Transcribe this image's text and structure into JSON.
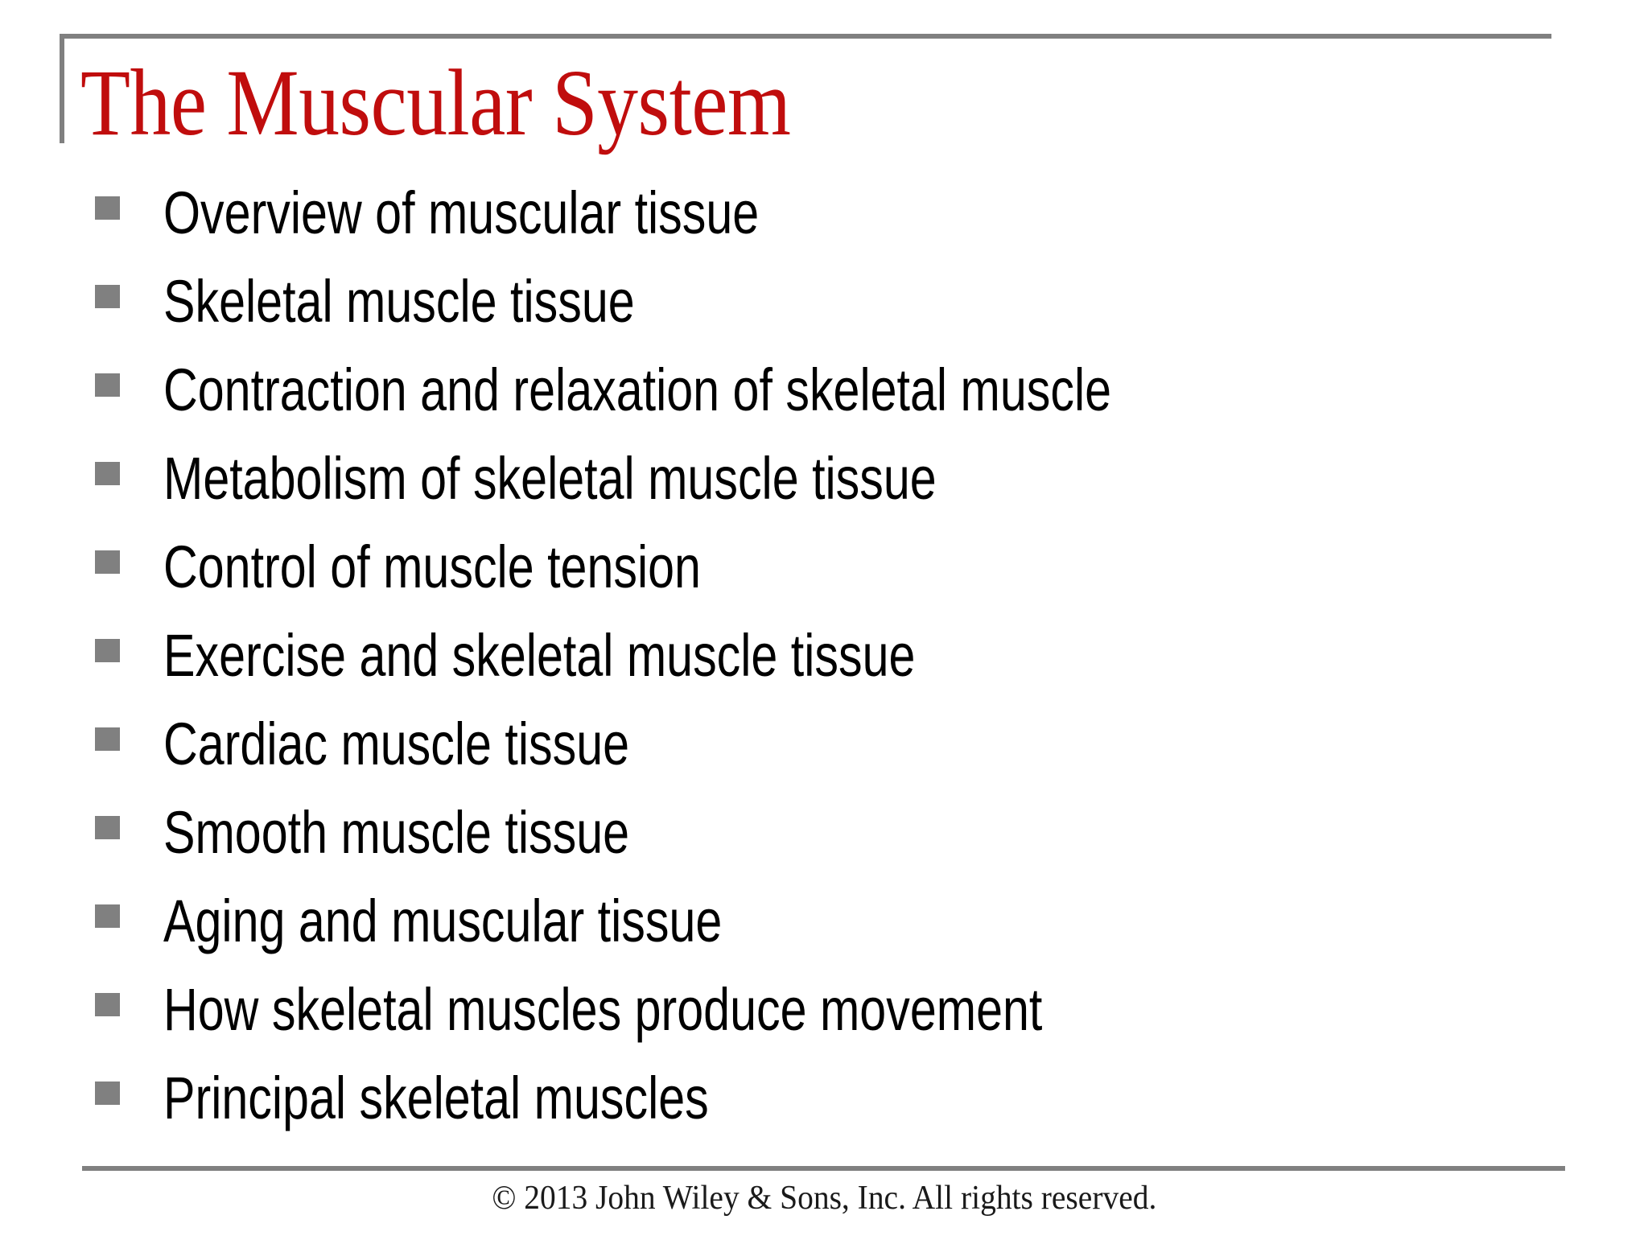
{
  "slide": {
    "title": "The Muscular System",
    "title_color": "#C00D0D",
    "background_color": "#ffffff",
    "rule_color": "#808080",
    "bullet_color": "#808080",
    "body_text_color": "#000000"
  },
  "bullets": [
    {
      "label": "Overview of muscular tissue"
    },
    {
      "label": "Skeletal muscle tissue"
    },
    {
      "label": "Contraction and relaxation of skeletal muscle"
    },
    {
      "label": "Metabolism of skeletal muscle tissue"
    },
    {
      "label": "Control of muscle tension"
    },
    {
      "label": "Exercise and skeletal muscle tissue"
    },
    {
      "label": "Cardiac muscle tissue"
    },
    {
      "label": "Smooth muscle tissue"
    },
    {
      "label": "Aging and muscular tissue"
    },
    {
      "label": "How skeletal muscles produce movement"
    },
    {
      "label": "Principal skeletal muscles"
    }
  ],
  "footer": {
    "copyright": "© 2013 John Wiley & Sons, Inc. All rights reserved."
  }
}
